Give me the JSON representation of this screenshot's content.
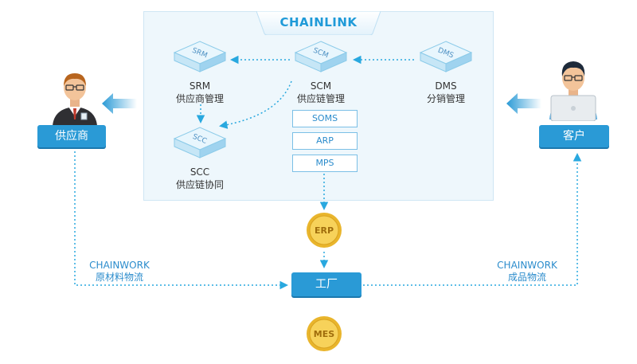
{
  "panel": {
    "title": "CHAINLINK"
  },
  "nodes": {
    "srm": {
      "icon": "SRM",
      "name": "SRM",
      "desc": "供应商管理"
    },
    "scm": {
      "icon": "SCM",
      "name": "SCM",
      "desc": "供应链管理"
    },
    "dms": {
      "icon": "DMS",
      "name": "DMS",
      "desc": "分销管理"
    },
    "scc": {
      "icon": "SCC",
      "name": "SCC",
      "desc": "供应链协同"
    }
  },
  "modules": [
    "SOMS",
    "ARP",
    "MPS"
  ],
  "coins": {
    "erp": "ERP",
    "mes": "MES"
  },
  "factory": "工厂",
  "supplier": "供应商",
  "customer": "客户",
  "left_flow": {
    "line1": "CHAINWORK",
    "line2": "原材料物流"
  },
  "right_flow": {
    "line1": "CHAINWORK",
    "line2": "成品物流"
  },
  "colors": {
    "accent": "#2a9ad6",
    "panel_bg": "#eef7fc",
    "line": "#29a8df",
    "coin": "#f0c23a"
  }
}
